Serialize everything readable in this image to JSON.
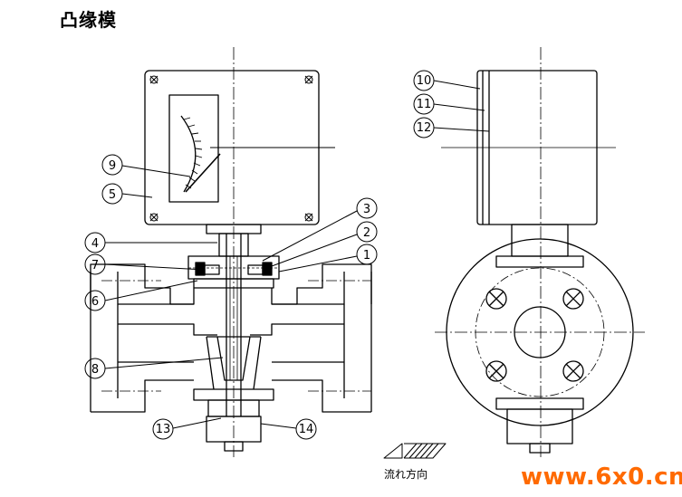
{
  "title": "凸缘模",
  "callouts": [
    "1",
    "2",
    "3",
    "4",
    "5",
    "6",
    "7",
    "8",
    "9",
    "10",
    "11",
    "12",
    "13",
    "14"
  ],
  "flow_label": "流れ方向",
  "watermark": "www.6x0.cn"
}
